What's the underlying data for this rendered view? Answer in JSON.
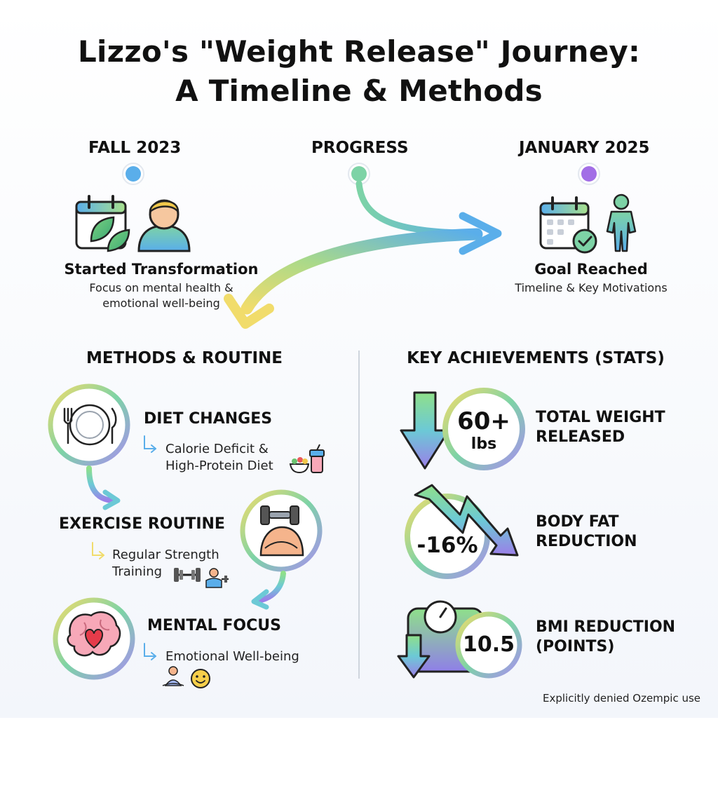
{
  "title": {
    "line1": "Lizzo's \"Weight Release\" Journey:",
    "line2": "A Timeline & Methods"
  },
  "timeline": {
    "start": {
      "label": "FALL 2023",
      "title": "Started Transformation",
      "desc_line1": "Focus on mental health &",
      "desc_line2": "emotional well-being"
    },
    "middle": {
      "label": "PROGRESS"
    },
    "end": {
      "label": "JANUARY 2025",
      "title": "Goal Reached",
      "desc": "Timeline & Key Motivations"
    }
  },
  "methods": {
    "heading": "METHODS & ROUTINE",
    "diet": {
      "title": "DIET CHANGES",
      "detail_line1": "Calorie Deficit &",
      "detail_line2": "High-Protein Diet",
      "icons": [
        "plate-icon",
        "salad-bowl-icon",
        "protein-shaker-icon"
      ]
    },
    "exercise": {
      "title": "EXERCISE ROUTINE",
      "detail_line1": "Regular Strength",
      "detail_line2": "Training",
      "icons": [
        "flexed-arm-dumbbell-icon",
        "dumbbell-icon",
        "lifting-person-icon"
      ]
    },
    "mental": {
      "title": "MENTAL FOCUS",
      "detail": "Emotional Well-being",
      "icons": [
        "brain-heart-icon",
        "meditation-icon",
        "smiley-icon"
      ]
    }
  },
  "stats": {
    "heading": "KEY ACHIEVEMENTS (STATS)",
    "items": [
      {
        "value_line1": "60+",
        "value_line2": "lbs",
        "label_line1": "TOTAL WEIGHT",
        "label_line2": "RELEASED",
        "icon": "down-arrow-icon"
      },
      {
        "value": "-16%",
        "label_line1": "BODY FAT",
        "label_line2": "REDUCTION",
        "icon": "trend-down-icon"
      },
      {
        "value": "10.5",
        "label_line1": "BMI REDUCTION",
        "label_line2": "(POINTS)",
        "icon": "scale-icon"
      }
    ]
  },
  "footnote": "Explicitly denied Ozempic use",
  "colors": {
    "blue": "#5aaeea",
    "green": "#7dd3a6",
    "purple": "#a26ee6",
    "yellow": "#f1dc6b",
    "text": "#111111"
  }
}
